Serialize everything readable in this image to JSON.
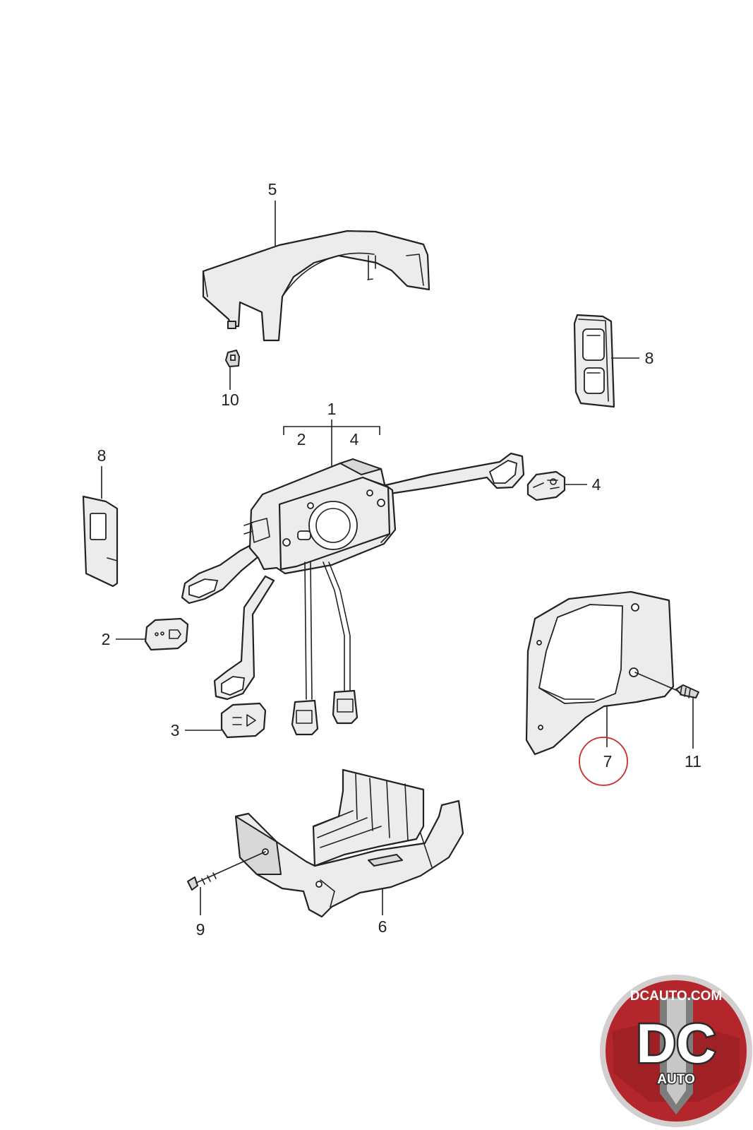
{
  "callouts": {
    "c1": "1",
    "c2_top": "2",
    "c4_top": "4",
    "c2": "2",
    "c3": "3",
    "c4": "4",
    "c5": "5",
    "c6": "6",
    "c7": "7",
    "c8_left": "8",
    "c8_right": "8",
    "c9": "9",
    "c10": "10",
    "c11": "11"
  },
  "highlight": {
    "callout": "7",
    "color": "#cc2a2a"
  },
  "logo": {
    "site": "DCAUTO.COM",
    "mark": "DC",
    "sub": "AUTO",
    "colors": {
      "red": "#b3262b",
      "ring": "#d4cfcf",
      "gray": "#7d7d7d"
    }
  }
}
